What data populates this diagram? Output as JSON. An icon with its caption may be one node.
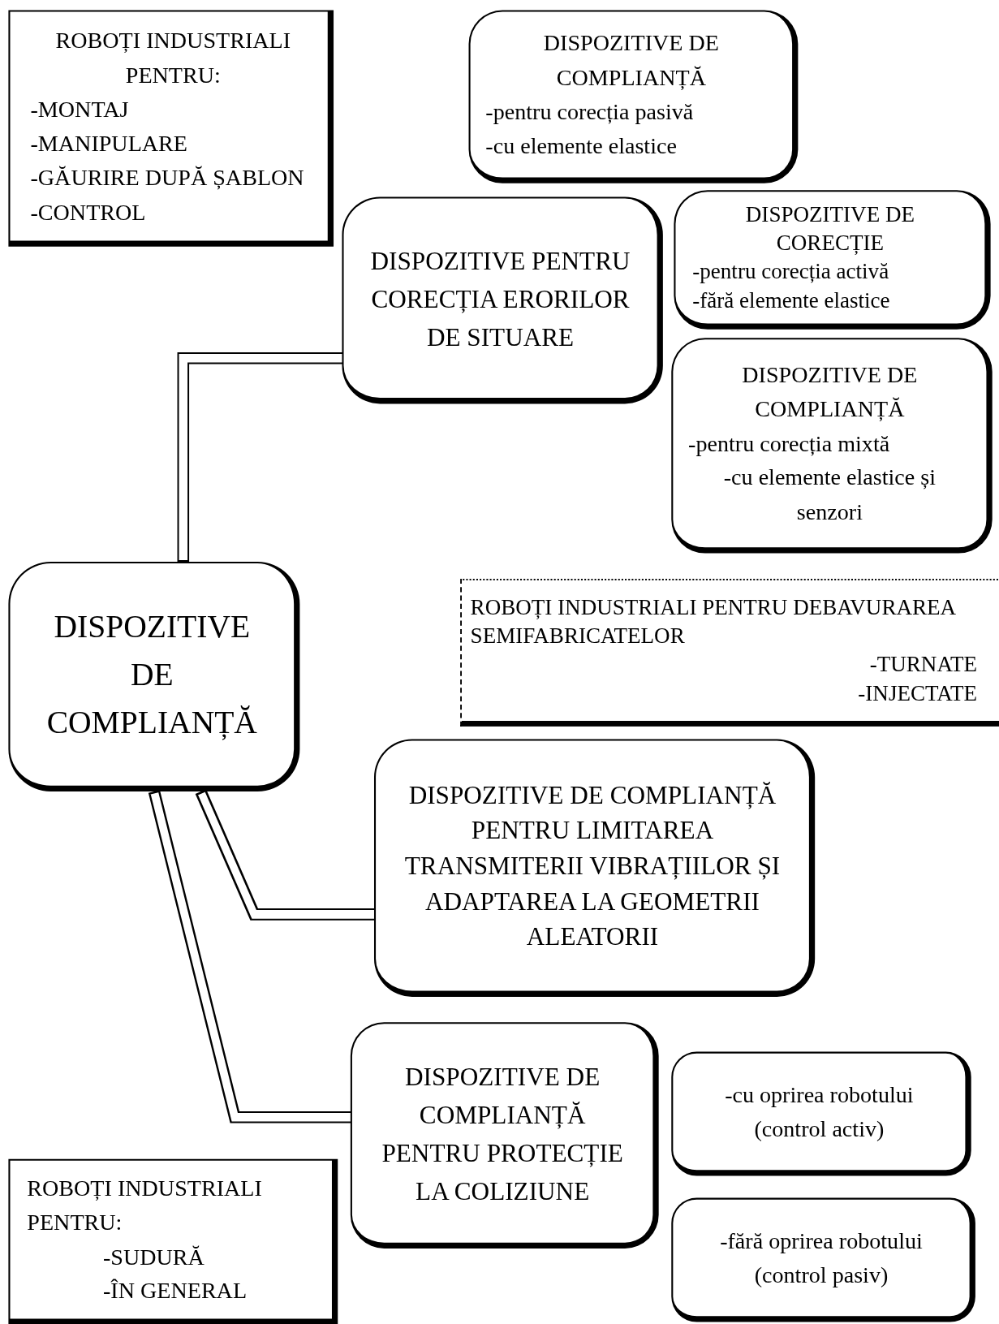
{
  "diagram": {
    "nodes": [
      {
        "text": [
          "ROBOȚI INDUSTRIALI PENTRU:",
          "-MONTAJ",
          "-MANIPULARE",
          "-GĂURIRE DUPĂ ȘABLON",
          "-CONTROL"
        ]
      },
      {
        "text": [
          "DISPOZITIVE DE COMPLIANȚĂ",
          "-pentru corecția pasivă",
          "-cu elemente elastice"
        ]
      },
      {
        "text": [
          "DISPOZITIVE PENTRU CORECȚIA ERORILOR DE SITUARE"
        ]
      },
      {
        "text": [
          "DISPOZITIVE DE CORECȚIE",
          "-pentru corecția activă",
          "-fără elemente elastice"
        ]
      },
      {
        "text": [
          "DISPOZITIVE DE COMPLIANȚĂ",
          "-pentru corecția mixtă",
          "-cu elemente elastice și senzori"
        ]
      },
      {
        "text": [
          "DISPOZITIVE DE COMPLIANȚĂ"
        ]
      },
      {
        "text": [
          "ROBOȚI INDUSTRIALI PENTRU DEBAVURAREA SEMIFABRICATELOR",
          "-TURNATE",
          "-INJECTATE"
        ]
      },
      {
        "text": [
          "DISPOZITIVE DE COMPLIANȚĂ PENTRU LIMITAREA TRANSMITERII VIBRAȚIILOR ȘI ADAPTAREA LA GEOMETRII ALEATORII"
        ]
      },
      {
        "text": [
          "DISPOZITIVE DE COMPLIANȚĂ PENTRU PROTECȚIE LA COLIZIUNE"
        ]
      },
      {
        "text": [
          "-cu oprirea robotului (control activ)"
        ]
      },
      {
        "text": [
          "-fără oprirea robotului (control pasiv)"
        ]
      },
      {
        "text": [
          "ROBOȚI INDUSTRIALI PENTRU:",
          "-SUDURĂ",
          "-ÎN GENERAL"
        ]
      }
    ],
    "edges": [
      {
        "from": 5,
        "to": 2,
        "arrow": "none"
      },
      {
        "from": 5,
        "to": 7,
        "arrow": "none"
      },
      {
        "from": 5,
        "to": 8,
        "arrow": "none"
      }
    ]
  }
}
